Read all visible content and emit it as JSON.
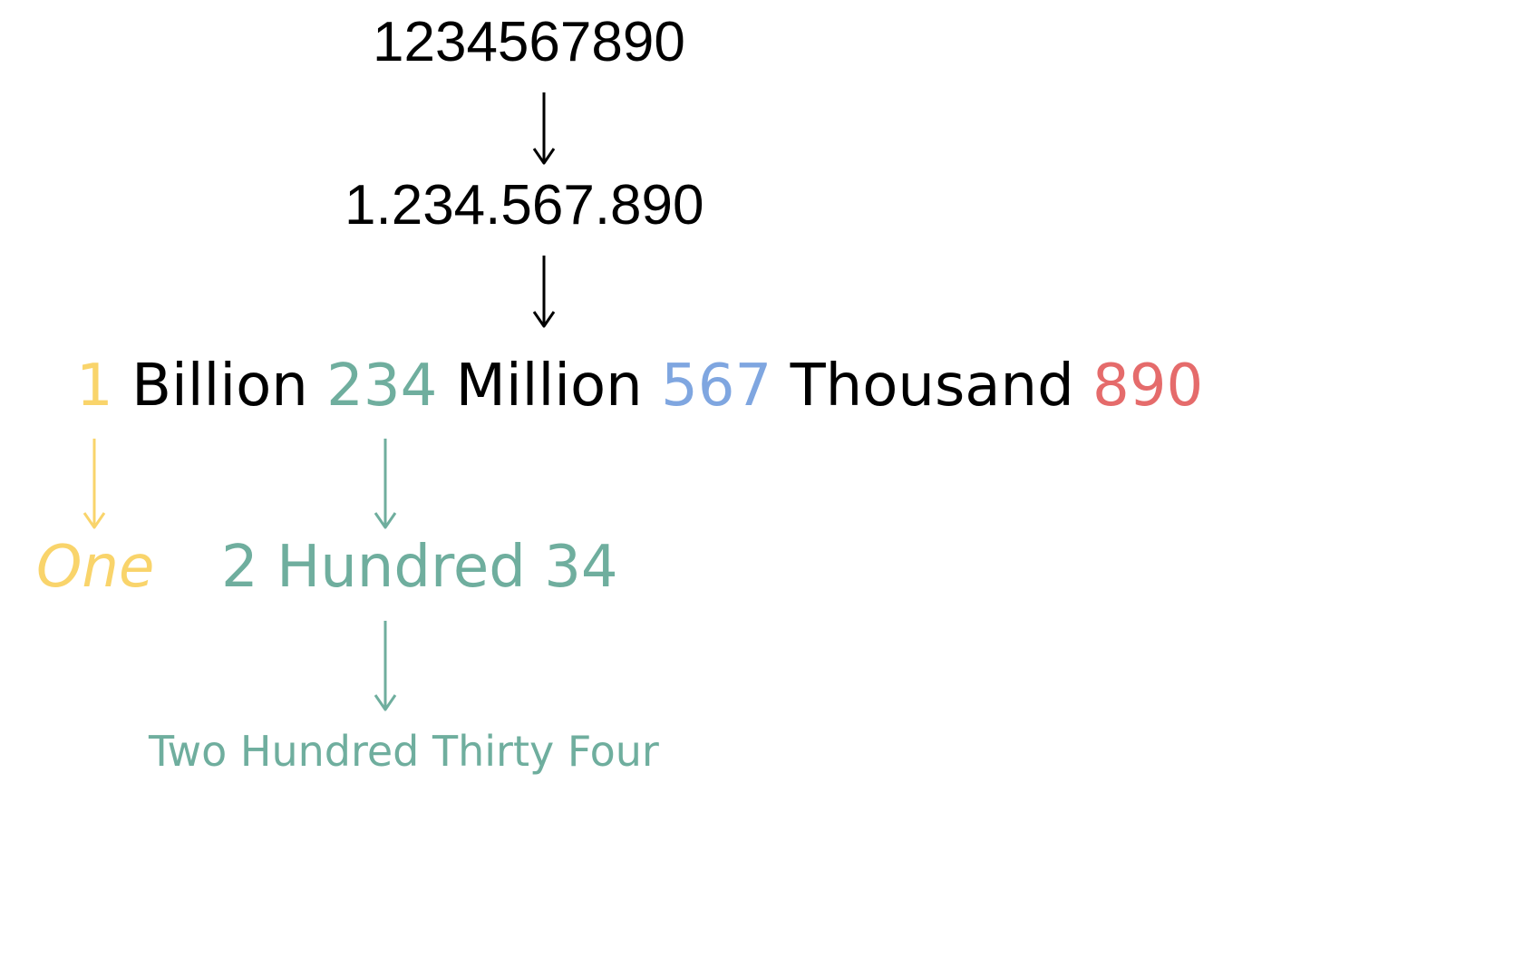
{
  "steps": {
    "original_number": "1234567890",
    "grouped_number": "1.234.567.890"
  },
  "breakdown": {
    "billion_value": "1",
    "billion_word": "Billion",
    "million_value": "234",
    "million_word": "Million",
    "thousand_value": "567",
    "thousand_word": "Thousand",
    "remainder_value": "890"
  },
  "expansion": {
    "billion_words": "One",
    "million_split_hundreds": "2",
    "million_split_hundred_word": "Hundred",
    "million_split_rest": "34",
    "million_words": "Two Hundred Thirty Four"
  },
  "colors": {
    "billion": "#F9D46B",
    "million": "#6FAE9E",
    "thousand": "#7FA6E0",
    "remainder": "#E56B6B",
    "ink": "#000000"
  }
}
